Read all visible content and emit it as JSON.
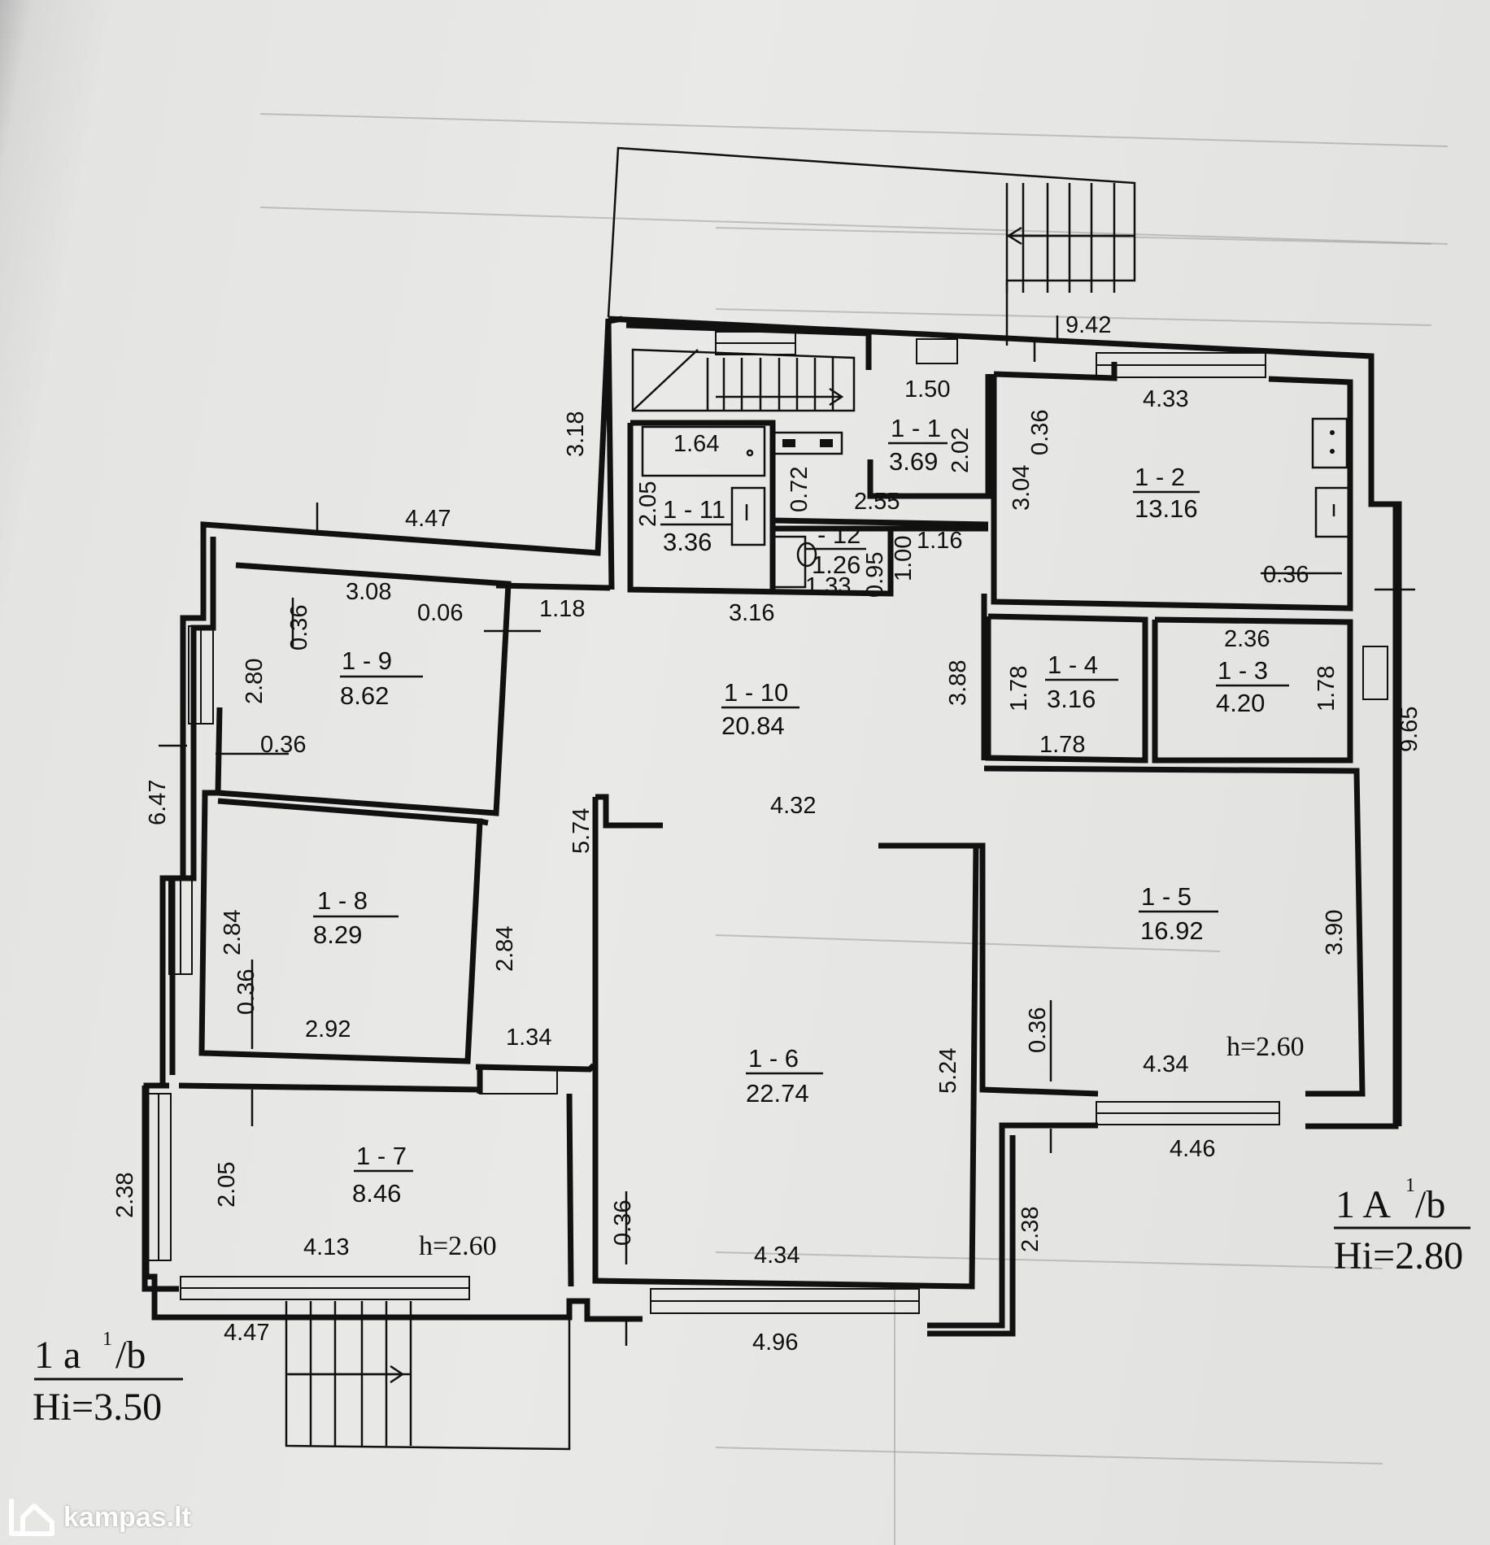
{
  "rooms": [
    {
      "id": "1 - 1",
      "area": "3.69"
    },
    {
      "id": "1 - 2",
      "area": "13.16"
    },
    {
      "id": "1 - 3",
      "area": "4.20"
    },
    {
      "id": "1 - 4",
      "area": "3.16"
    },
    {
      "id": "1 - 5",
      "area": "16.92"
    },
    {
      "id": "1 - 6",
      "area": "22.74"
    },
    {
      "id": "1 - 7",
      "area": "8.46"
    },
    {
      "id": "1 - 8",
      "area": "8.29"
    },
    {
      "id": "1 - 9",
      "area": "8.62"
    },
    {
      "id": "1 - 10",
      "area": "20.84"
    },
    {
      "id": "1 - 11",
      "area": "3.36"
    },
    {
      "id": "- 12",
      "area": "1.26"
    }
  ],
  "dimensions": {
    "top_total": "9.42",
    "left_top": "4.47",
    "entry_height": "3.18",
    "r1_width": "1.50",
    "r1_height": "2.02",
    "r2_width": "4.33",
    "r2_height": "3.04",
    "r2_wall_top": "0.36",
    "r2_wall_right": "0.36",
    "r11_width": "1.64",
    "r11_height": "2.05",
    "r11_side": "0.72",
    "r1_bottom": "2.55",
    "r12_width": "1.16",
    "r12_height": "1.00",
    "r12_inner": "0.95",
    "r12_bottom": "1.33",
    "r10_top": "3.16",
    "r10_height": "3.88",
    "r10_left": "1.18",
    "r10_mid": "4.32",
    "r9_width": "3.08",
    "r9_height": "2.80",
    "r9_wall_top": "0.36",
    "r9_gap": "0.06",
    "r9_wall_left": "0.36",
    "left_total": "6.47",
    "r8_left": "2.84",
    "r8_right": "2.84",
    "r8_wall": "0.36",
    "r8_width": "2.92",
    "hall_width": "1.34",
    "r4_h": "1.78",
    "r4_w": "1.78",
    "r3_width": "2.36",
    "r3_height": "1.78",
    "right_total": "9.65",
    "r6_left": "5.74",
    "r6_right": "5.24",
    "r5_height": "3.90",
    "r5_wall": "0.36",
    "r5_width": "4.34",
    "r5_h": "h=2.60",
    "r5_outer": "4.46",
    "r7_left_outer": "2.38",
    "r7_height": "2.05",
    "r7_width": "4.13",
    "r7_h": "h=2.60",
    "r6_wall": "0.36",
    "r6_width": "4.34",
    "right_step": "2.38",
    "bottom_left": "4.47",
    "bottom_mid": "4.96"
  },
  "legend_left": {
    "line1": "1 a",
    "sup": "1",
    "suffix": "/b",
    "line2": "Hi=3.50"
  },
  "legend_right": {
    "line1": "1 A",
    "sup": "1",
    "suffix": "/b",
    "line2": "Hi=2.80"
  },
  "watermark": {
    "text": "kampas.lt"
  }
}
